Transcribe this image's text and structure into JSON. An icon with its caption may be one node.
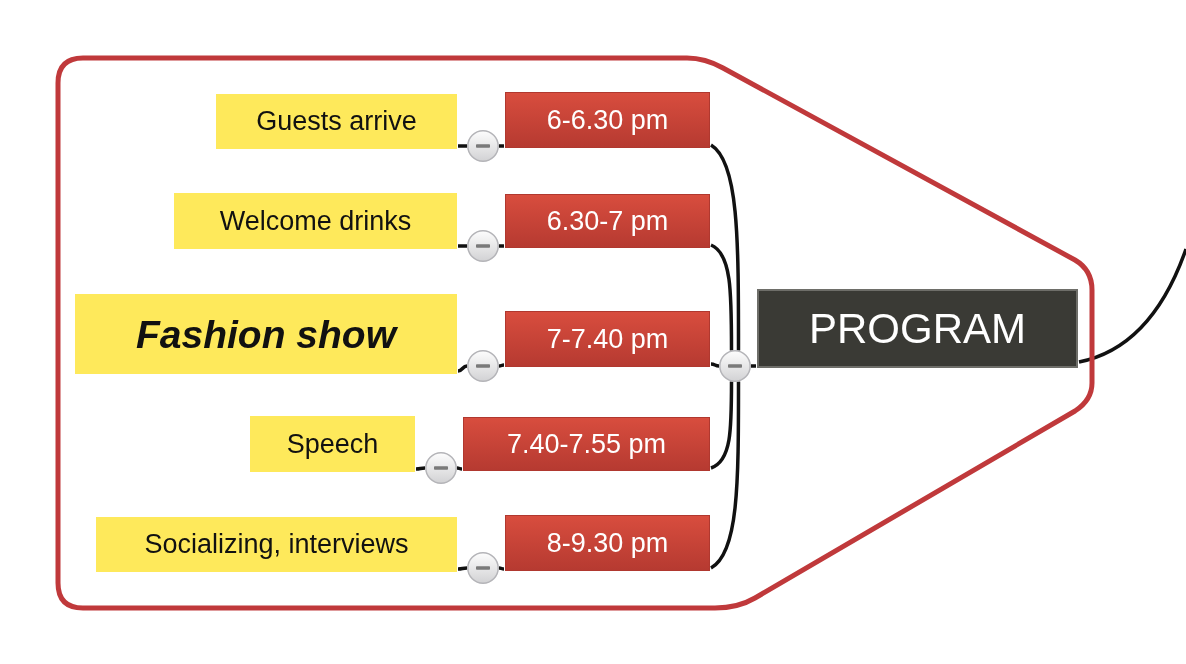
{
  "diagram": {
    "nodes": [
      {
        "text": [],
        "shape": "tag"
      },
      {
        "text": [
          "Guests arrive"
        ],
        "in": 0
      },
      {
        "text": [],
        "shape": "circle",
        "in": 0
      },
      {
        "text": [
          "6-6.30 pm"
        ],
        "in": 0
      },
      {
        "text": [
          "Welcome drinks"
        ],
        "in": 0
      },
      {
        "text": [],
        "shape": "circle",
        "in": 0
      },
      {
        "text": [
          "6.30-7 pm"
        ],
        "in": 0
      },
      {
        "text": [
          "Fashion show"
        ],
        "in": 0
      },
      {
        "text": [],
        "shape": "circle",
        "in": 0
      },
      {
        "text": [
          "7-7.40 pm"
        ],
        "in": 0
      },
      {
        "text": [],
        "shape": "circle",
        "in": 0
      },
      {
        "text": [
          "PROGRAM"
        ],
        "in": 0
      },
      {
        "text": [
          "Speech"
        ],
        "in": 0
      },
      {
        "text": [],
        "shape": "circle",
        "in": 0
      },
      {
        "text": [
          "7.40-7.55 pm"
        ],
        "in": 0
      },
      {
        "text": [
          "Socializing, interviews"
        ],
        "in": 0
      },
      {
        "text": [],
        "shape": "circle",
        "in": 0
      },
      {
        "text": [
          "8-9.30 pm"
        ],
        "in": 0
      }
    ],
    "edges": [
      {
        "from": 11,
        "to": 10,
        "arrow": "none"
      },
      {
        "from": 10,
        "to": 3,
        "arrow": "none"
      },
      {
        "from": 10,
        "to": 6,
        "arrow": "none"
      },
      {
        "from": 10,
        "to": 9,
        "arrow": "none"
      },
      {
        "from": 10,
        "to": 14,
        "arrow": "none"
      },
      {
        "from": 10,
        "to": 17,
        "arrow": "none"
      },
      {
        "from": 3,
        "to": 2,
        "arrow": "none"
      },
      {
        "from": 2,
        "to": 1,
        "arrow": "none"
      },
      {
        "from": 6,
        "to": 5,
        "arrow": "none"
      },
      {
        "from": 5,
        "to": 4,
        "arrow": "none"
      },
      {
        "from": 9,
        "to": 8,
        "arrow": "none"
      },
      {
        "from": 8,
        "to": 7,
        "arrow": "none"
      },
      {
        "from": 14,
        "to": 13,
        "arrow": "none"
      },
      {
        "from": 13,
        "to": 12,
        "arrow": "none"
      },
      {
        "from": 17,
        "to": 16,
        "arrow": "none"
      },
      {
        "from": 16,
        "to": 15,
        "arrow": "none"
      },
      {
        "from": 11,
        "to": null,
        "arrow": "none"
      }
    ]
  }
}
